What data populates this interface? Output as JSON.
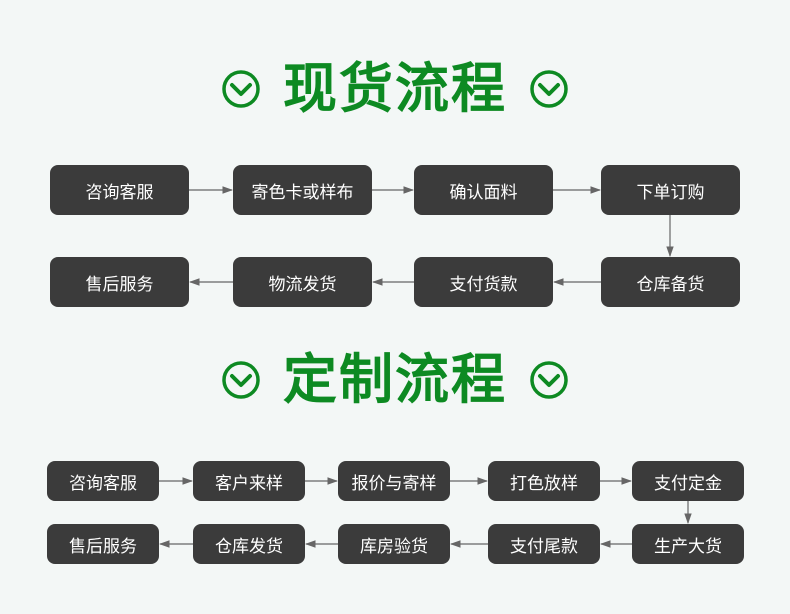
{
  "sections": [
    {
      "title": "现货流程",
      "steps": [
        "咨询客服",
        "寄色卡或样布",
        "确认面料",
        "下单订购",
        "仓库备货",
        "支付货款",
        "物流发货",
        "售后服务"
      ]
    },
    {
      "title": "定制流程",
      "steps": [
        "咨询客服",
        "客户来样",
        "报价与寄样",
        "打色放样",
        "支付定金",
        "生产大货",
        "库房验货",
        "支付尾款",
        "仓库发货",
        "售后服务"
      ]
    }
  ],
  "colors": {
    "title": "#0d8a22",
    "box": "#3b3b3b",
    "box_text": "#ffffff",
    "arrow": "#666666",
    "background": "#f3f7f6"
  },
  "icons": [
    "chevron-down-circle-icon"
  ]
}
